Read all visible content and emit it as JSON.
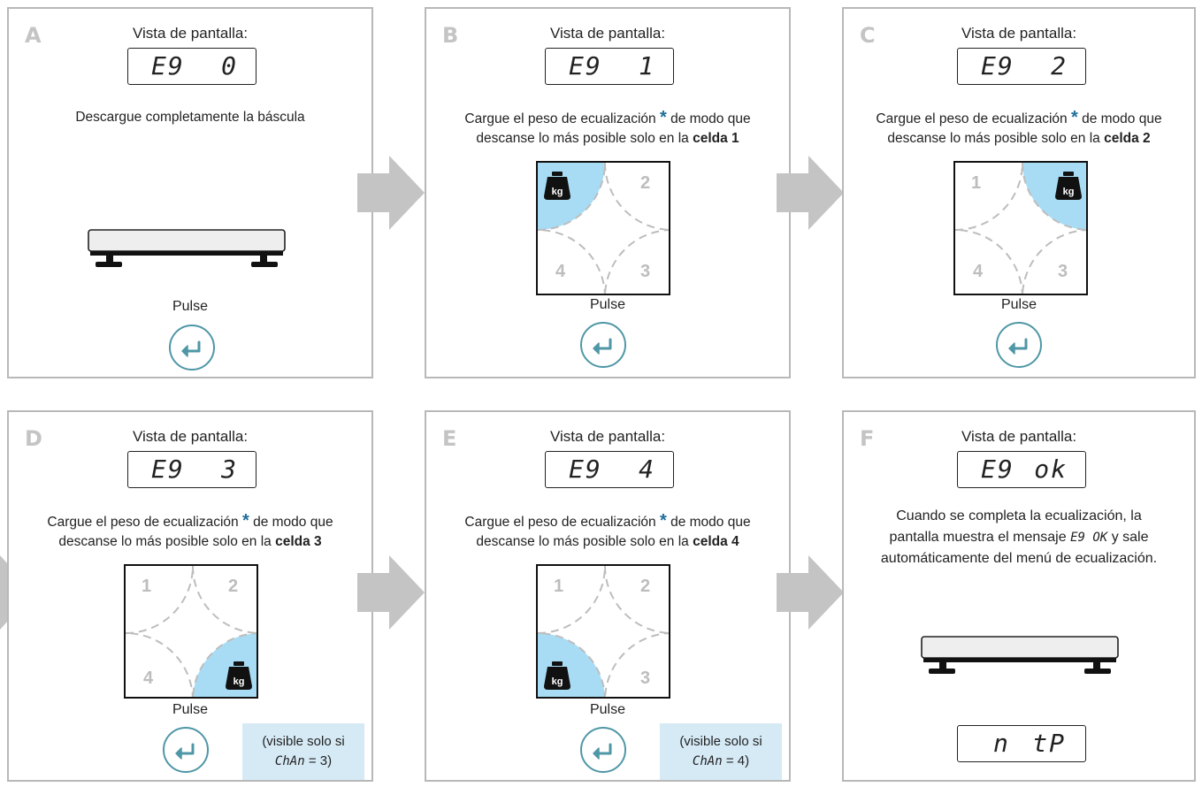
{
  "common": {
    "vista_label": "Vista de pantalla:",
    "pulse_label": "Pulse",
    "load_text_1": "Cargue el peso de ecualización",
    "load_text_2": "de modo que",
    "load_text_3": "descanse lo más posible solo en la",
    "asterisk": "*",
    "weight_unit": "kg",
    "cell_numbers": [
      "1",
      "2",
      "3",
      "4"
    ],
    "colors": {
      "accent": "#4f97a6",
      "highlight": "#a8dcf5",
      "panel_border": "#b8b8b8",
      "arrow": "#c4c4c4",
      "note_bg": "#d6eaf6",
      "asterisk": "#1e6f9a"
    }
  },
  "panels": [
    {
      "letter": "A",
      "display_code": "E9",
      "display_value": "0",
      "instruction": "Descargue completamente la báscula"
    },
    {
      "letter": "B",
      "display_code": "E9",
      "display_value": "1",
      "cell_label": "celda 1"
    },
    {
      "letter": "C",
      "display_code": "E9",
      "display_value": "2",
      "cell_label": "celda 2"
    },
    {
      "letter": "D",
      "display_code": "E9",
      "display_value": "3",
      "cell_label": "celda 3",
      "note_line1": "(visible solo si",
      "note_code": "ChAn",
      "note_eq": "= 3)"
    },
    {
      "letter": "E",
      "display_code": "E9",
      "display_value": "4",
      "cell_label": "celda 4",
      "note_line1": "(visible solo si",
      "note_code": "ChAn",
      "note_eq": "= 4)"
    },
    {
      "letter": "F",
      "display_code": "E9",
      "display_value": "ok",
      "complete_line1": "Cuando se completa la ecualización, la",
      "complete_line2a": "pantalla muestra el mensaje",
      "complete_msg": "E9  OK",
      "complete_line2b": "y sale",
      "complete_line3": "automáticamente del menú de ecualización.",
      "display2_a": "n",
      "display2_b": "tP"
    }
  ]
}
